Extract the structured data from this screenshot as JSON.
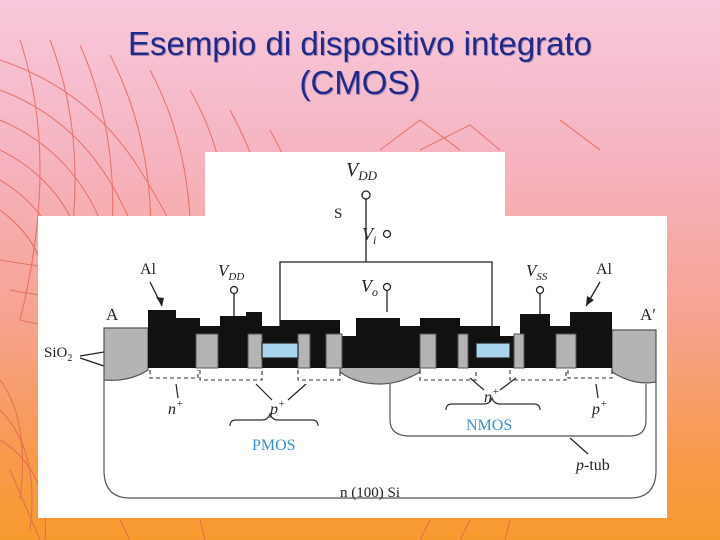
{
  "slide": {
    "title_line1": "Esempio di dispositivo integrato",
    "title_line2": "(CMOS)"
  },
  "diagram": {
    "labels": {
      "vdd_top": "V",
      "vdd_top_sub": "DD",
      "s_partial": "S",
      "vi": "V",
      "vi_sub": "i",
      "vo": "V",
      "vo_sub": "o",
      "al_left": "Al",
      "vdd_left": "V",
      "vdd_left_sub": "DD",
      "vss": "V",
      "vss_sub": "SS",
      "al_right": "Al",
      "a_left": "A",
      "a_right": "A′",
      "sio2": "SiO",
      "sio2_sub": "2",
      "n_plus": "n",
      "n_plus_sup": "+",
      "p_plus_left": "p",
      "p_plus_left_sup": "+",
      "n_plus_right": "n",
      "n_plus_right_sup": "+",
      "p_plus_right": "p",
      "p_plus_right_sup": "+",
      "pmos": "PMOS",
      "nmos": "NMOS",
      "ptub": "p-tub",
      "substrate": "n (100) Si"
    },
    "colors": {
      "metal": "#111111",
      "oxide": "#b4b4b4",
      "gate": "#a9d6ee",
      "transistor_label": "#3a8fcf",
      "substrate": "#ffffff"
    }
  }
}
